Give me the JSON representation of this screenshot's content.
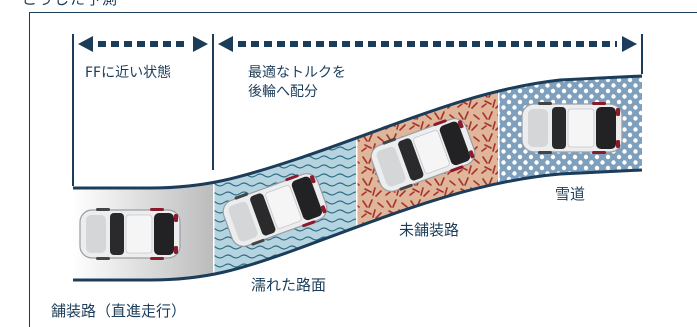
{
  "header_fragment": "こうした予測",
  "labels": {
    "ff_state": "FFに近い状態",
    "torque_line1": "最適なトルクを",
    "torque_line2": "後輪へ配分",
    "paved_straight": "舗装路（直進走行）",
    "wet_road": "濡れた路面",
    "unpaved_road": "未舗装路",
    "snow_road": "雪道"
  },
  "colors": {
    "navy": "#1b3d5a",
    "wet": "#b5d4e0",
    "unpaved": "#e0b69a",
    "snow": "#7fa0bd",
    "car_body": "#e9eaeb",
    "brake_light": "#8b1a2b"
  },
  "icons": [
    "double-arrow-icon",
    "car-icon"
  ]
}
